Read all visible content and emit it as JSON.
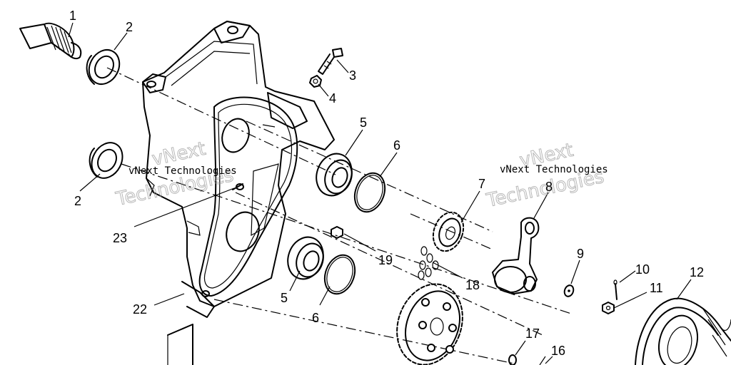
{
  "watermarks": {
    "text_small": "vNext Technologies",
    "text_big_1": "vNext",
    "text_big_2": "Technologies"
  },
  "callouts": {
    "c1": "1",
    "c2a": "2",
    "c2b": "2",
    "c3": "3",
    "c4": "4",
    "c5a": "5",
    "c5b": "5",
    "c6a": "6",
    "c6b": "6",
    "c7": "7",
    "c8": "8",
    "c9": "9",
    "c10": "10",
    "c11": "11",
    "c12": "12",
    "c16": "16",
    "c17": "17",
    "c18": "18",
    "c19": "19",
    "c22": "22",
    "c23": "23"
  }
}
